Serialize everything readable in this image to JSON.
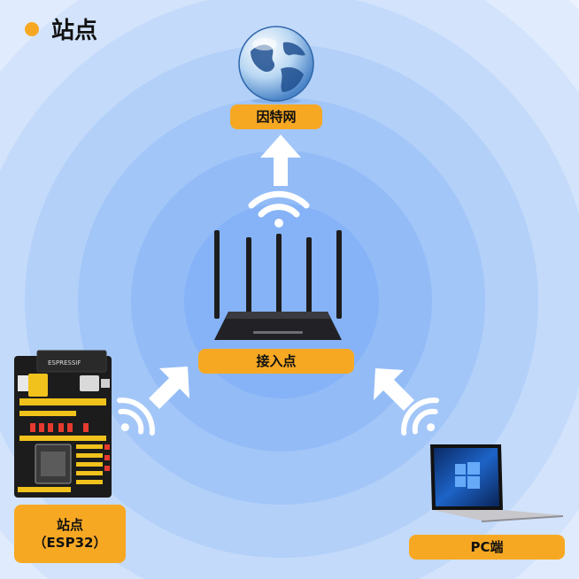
{
  "header": {
    "title": "站点"
  },
  "nodes": {
    "internet": {
      "label": "因特网"
    },
    "access_point": {
      "label": "接入点"
    },
    "station": {
      "label_line1": "站点",
      "label_line2": "（ESP32）"
    },
    "pc": {
      "label": "PC端"
    }
  },
  "board_text": "ESPRESSIF",
  "colors": {
    "accent": "#f7a823",
    "ring_center": "#86b3f7",
    "ring_outer": "#edf3fe"
  },
  "icons": [
    "globe-icon",
    "router-icon",
    "laptop-icon",
    "esp32-board-icon",
    "wifi-signal-icon",
    "arrow-icon"
  ]
}
